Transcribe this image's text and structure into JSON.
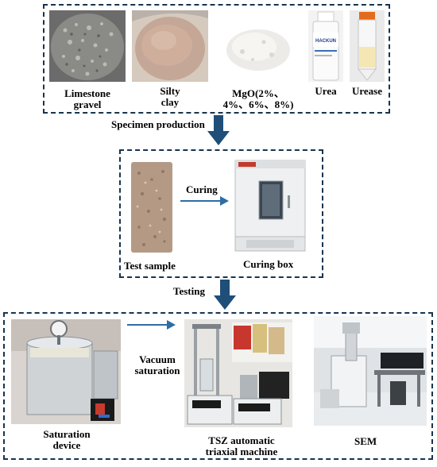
{
  "materials": {
    "items": [
      {
        "line1": "Limestone",
        "line2": "gravel"
      },
      {
        "line1": "Silty",
        "line2": "clay"
      },
      {
        "line1": "MgO(2%、",
        "line2": "4%、6%、8%)"
      },
      {
        "line1": "Urea",
        "line2": ""
      },
      {
        "line1": "Urease",
        "line2": ""
      }
    ],
    "urea_brand": "HACKUN"
  },
  "step1": {
    "label": "Specimen production"
  },
  "curing": {
    "arrow_label": "Curing",
    "sample_label": "Test sample",
    "box_label": "Curing box"
  },
  "step2": {
    "label": "Testing"
  },
  "testing": {
    "saturation_label_1": "Saturation",
    "saturation_label_2": "device",
    "vacuum_label_1": "Vacuum",
    "vacuum_label_2": "saturation",
    "triaxial_label_1": "TSZ automatic",
    "triaxial_label_2": "triaxial machine",
    "sem_label": "SEM"
  },
  "colors": {
    "frame": "#17344f",
    "arrow": "#1f4e79",
    "arrow_small": "#2e6da4"
  }
}
